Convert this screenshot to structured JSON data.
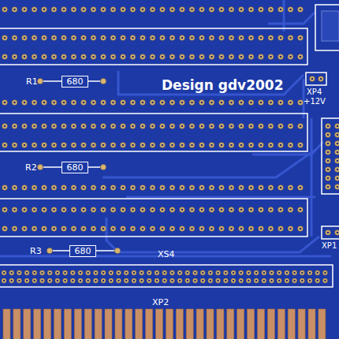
{
  "diagram": {
    "nodes": [
      {
        "text": [
          "680"
        ]
      },
      {
        "text": [
          "680"
        ]
      },
      {
        "text": [
          "680"
        ]
      }
    ],
    "labels": [
      "R1",
      "R2",
      "R3",
      "Design gdv2002",
      "XP4",
      "+12V",
      "XP1",
      "XS4",
      "XP2"
    ]
  }
}
